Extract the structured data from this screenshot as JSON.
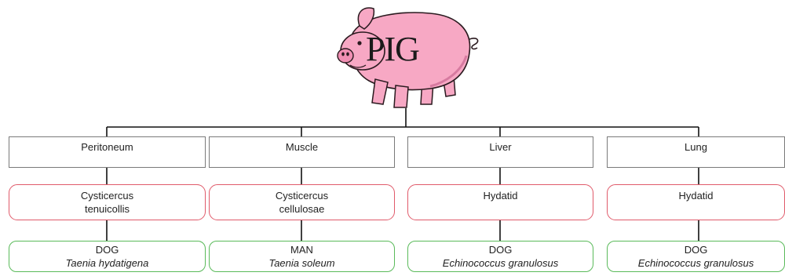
{
  "title": "PIG",
  "colors": {
    "pig_body": "#f7a8c4",
    "pig_outline": "#2a1a1f",
    "organ_border": "#7a7a7a",
    "larva_border": "#e05a6a",
    "adult_border": "#5aba5a",
    "connector": "#111111"
  },
  "columns": [
    {
      "organ": "Peritoneum",
      "larva": [
        "Cysticercus",
        "tenuicollis"
      ],
      "host": "DOG",
      "species": "Taenia hydatigena"
    },
    {
      "organ": "Muscle",
      "larva": [
        "Cysticercus",
        "cellulosae"
      ],
      "host": "MAN",
      "species": "Taenia soleum"
    },
    {
      "organ": "Liver",
      "larva": [
        "Hydatid"
      ],
      "host": "DOG",
      "species": "Echinococcus granulosus"
    },
    {
      "organ": "Lung",
      "larva": [
        "Hydatid"
      ],
      "host": "DOG",
      "species": "Echinococcus granulosus"
    }
  ]
}
